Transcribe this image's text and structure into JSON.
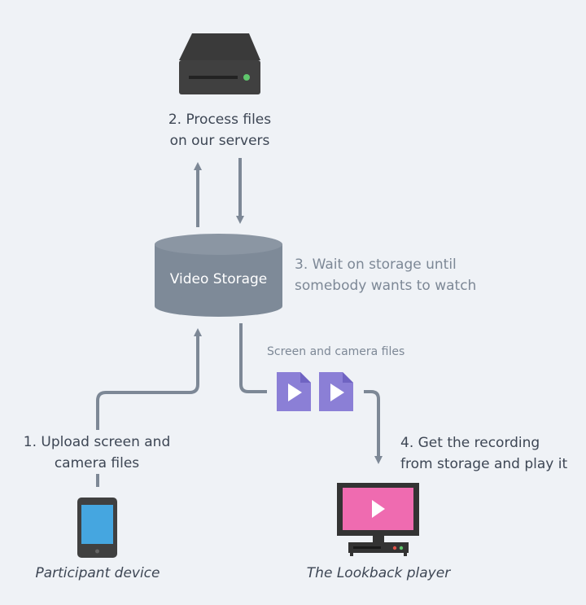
{
  "server": {
    "caption_line1": "2. Process files",
    "caption_line2": "on our servers"
  },
  "storage": {
    "label": "Video Storage",
    "caption_line1": "3. Wait on storage until",
    "caption_line2": "somebody wants to watch"
  },
  "files": {
    "caption": "Screen and camera files"
  },
  "upload": {
    "caption_line1": "1. Upload screen and",
    "caption_line2": "camera files"
  },
  "retrieve": {
    "caption_line1": "4. Get the recording",
    "caption_line2": "from storage and play it"
  },
  "participant": {
    "caption": "Participant device"
  },
  "player": {
    "caption": "The Lookback player"
  },
  "colors": {
    "arrow": "#7d8896",
    "storage": "#7e8a98",
    "file": "#8b7fd6",
    "screen": "#ef6bb0",
    "phone_screen": "#45a6e0"
  }
}
